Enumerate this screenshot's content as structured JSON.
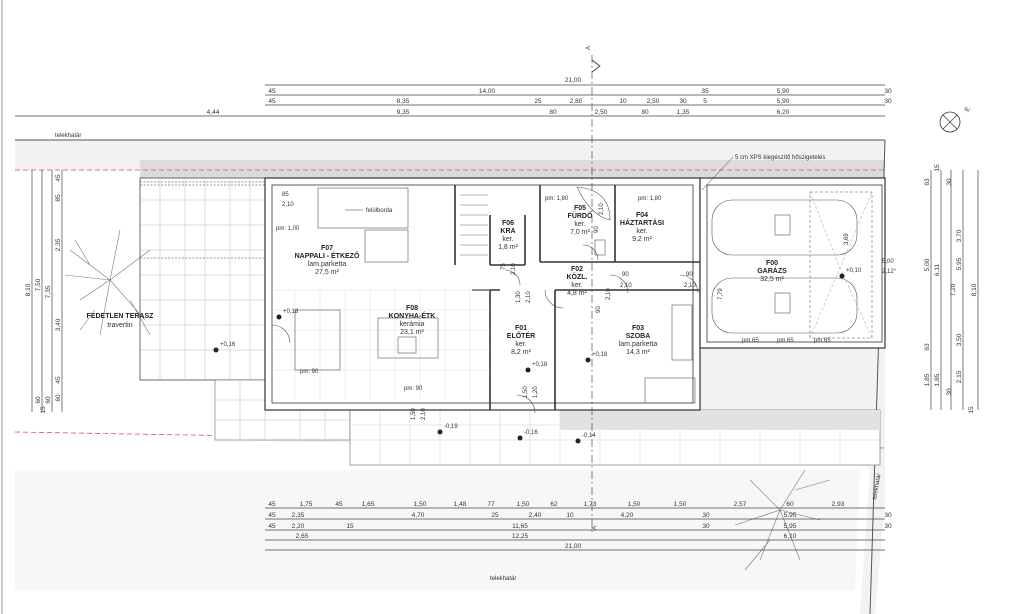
{
  "plan": {
    "property_line_label": "telekhatár",
    "section_marker": "A",
    "compass_label": "É",
    "insulation_note": "5 cm XPS kiegészítő hőszigetelés",
    "rib_note": "felülborda"
  },
  "rooms": [
    {
      "id": "F07",
      "name": "NAPPALI - ÉTKEZŐ",
      "floor": "lam.parketta",
      "area": "27,5 m²"
    },
    {
      "id": "F08",
      "name": "KONYHA-ÉTK",
      "floor": "kerámia",
      "area": "23,1 m²"
    },
    {
      "id": "F06",
      "name": "KRA",
      "floor": "ker.",
      "area": "1,8 m²"
    },
    {
      "id": "F05",
      "name": "FÜRDŐ",
      "floor": "ker.",
      "area": "7,0 m²"
    },
    {
      "id": "F04",
      "name": "HÁZTARTÁSI",
      "floor": "ker.",
      "area": "9,2 m²"
    },
    {
      "id": "F02",
      "name": "KÖZL.",
      "floor": "ker.",
      "area": "4,8 m²"
    },
    {
      "id": "F01",
      "name": "ELŐTÉR",
      "floor": "ker.",
      "area": "8,2 m²"
    },
    {
      "id": "F03",
      "name": "SZOBA",
      "floor": "lam.parketta",
      "area": "14,3 m²"
    },
    {
      "id": "F00",
      "name": "GARÁZS",
      "floor": "",
      "area": "32,5 m²"
    }
  ],
  "terrace": {
    "name": "FEDETLEN TERASZ",
    "floor": "travertin"
  },
  "levels": [
    "+0,18",
    "+0,16",
    "+0,18",
    "+0,18",
    "+0,10",
    "-0,19",
    "-0,16",
    "-0,14"
  ],
  "sill_heights": [
    "pm: 1,80",
    "pm: 1,80",
    "pm: 90",
    "pm: 90",
    "pm: 1,00",
    "pm 65",
    "pm 65",
    "pm 65"
  ],
  "door_dims": [
    "90",
    "2,10",
    "90",
    "2,10",
    "85",
    "2,10",
    "90",
    "2,10",
    "75",
    "2,10",
    "90",
    "2,10",
    "1,30",
    "2,10",
    "1,50",
    "2,10",
    "1,50",
    "1,20"
  ],
  "garage_extra": [
    "5,00",
    "2,12°",
    "3,69",
    "7,79"
  ],
  "dims_top": [
    [
      "21,00"
    ],
    [
      "45",
      "14,00",
      "35",
      "5,90",
      "30"
    ],
    [
      "45",
      "8,35",
      "25",
      "2,80",
      "10",
      "2,50",
      "30",
      "5",
      "5,90",
      "30"
    ],
    [
      "4,44",
      "9,35",
      "80",
      "2,50",
      "80",
      "1,35",
      "6,20"
    ]
  ],
  "dims_bottom": [
    [
      "45",
      "1,75",
      "45",
      "1,65",
      "1,50",
      "1,48",
      "77",
      "1,50",
      "62",
      "1,73",
      "1,50",
      "1,50",
      "2,57",
      "60",
      "2,93"
    ],
    [
      "45",
      "2,35",
      "4,70",
      "25",
      "2,40",
      "10",
      "4,20",
      "30",
      "5,95",
      "30"
    ],
    [
      "45",
      "2,20",
      "15",
      "11,65",
      "30",
      "5,95",
      "30"
    ],
    [
      "2,65",
      "12,25",
      "6,10"
    ],
    [
      "21,00"
    ]
  ],
  "dims_left": [
    "8,10",
    "7,50",
    "7,35",
    "45",
    "85",
    "2,35",
    "3,40",
    "45",
    "60",
    "60",
    "60",
    "15"
  ],
  "dims_right": [
    "63",
    "5,00",
    "63",
    "1,85",
    "6,11",
    "1,85",
    "7,20",
    "3,70",
    "5,95",
    "3,50",
    "2,15",
    "8,10",
    "15",
    "30",
    "30",
    "15"
  ]
}
